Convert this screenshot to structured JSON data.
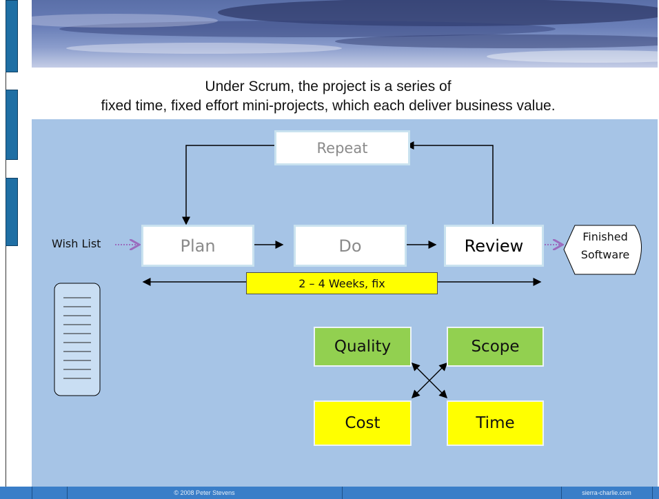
{
  "title": {
    "line1": "Under Scrum, the project is a series of",
    "line2": "fixed time, fixed effort mini-projects, which each deliver business value."
  },
  "diagram": {
    "repeat_label": "Repeat",
    "plan_label": "Plan",
    "do_label": "Do",
    "review_label": "Review",
    "wish_list_label": "Wish List",
    "finished_line1": "Finished",
    "finished_line2": "Software",
    "timebox_label": "2 – 4 Weeks, fix",
    "quality_label": "Quality",
    "scope_label": "Scope",
    "cost_label": "Cost",
    "time_label": "Time"
  },
  "footer": {
    "copyright": "© 2008 Peter Stevens",
    "site": "sierra-charlie.com"
  },
  "colors": {
    "diagram_bg": "#a6c4e6",
    "quality_scope_fill": "#92d050",
    "cost_time_fill": "#ffff00",
    "timebox_fill": "#ffff00",
    "arrow_dotted": "#9b6bbd",
    "footer_bar": "#3a7ec8"
  }
}
